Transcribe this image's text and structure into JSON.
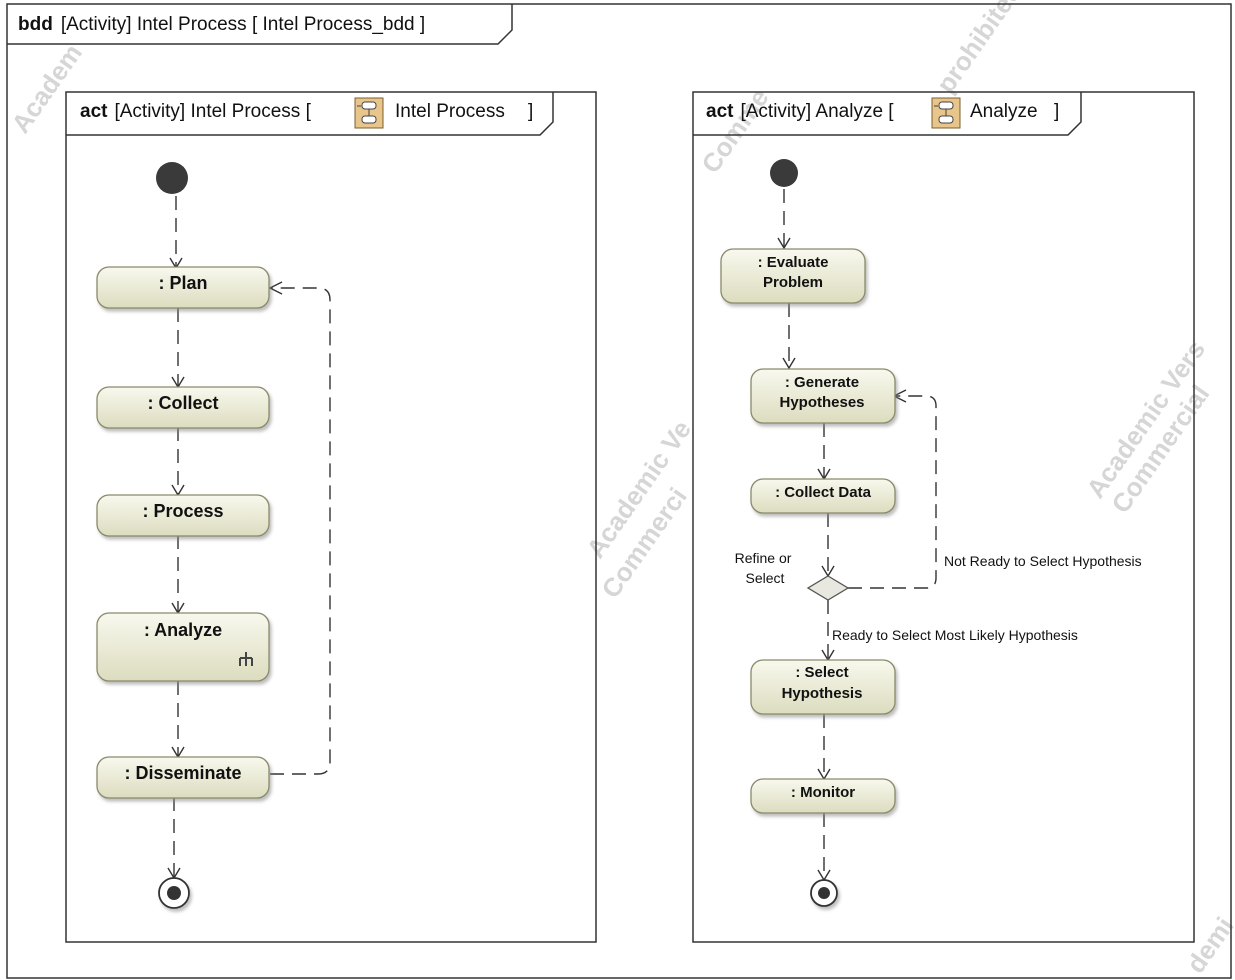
{
  "outer_frame": {
    "keyword": "bdd",
    "title": "[Activity] Intel Process [ Intel Process_bdd ]"
  },
  "left_frame": {
    "keyword": "act",
    "title_prefix": "[Activity] Intel Process [",
    "title_name": "Intel Process",
    "title_suffix": "]",
    "icon": "activity-diagram-icon",
    "actions": {
      "plan": ": Plan",
      "collect": ": Collect",
      "process": ": Process",
      "analyze": ": Analyze",
      "disseminate": ": Disseminate"
    }
  },
  "right_frame": {
    "keyword": "act",
    "title_prefix": "[Activity] Analyze [",
    "title_name": "Analyze",
    "title_suffix": "]",
    "icon": "activity-diagram-icon",
    "actions": {
      "evaluate_l1": ": Evaluate",
      "evaluate_l2": "Problem",
      "generate_l1": ": Generate",
      "generate_l2": "Hypotheses",
      "collect_data": ": Collect Data",
      "select_l1": ": Select",
      "select_l2": "Hypothesis",
      "monitor": ": Monitor"
    },
    "decision": {
      "label_l1": "Refine or",
      "label_l2": "Select"
    },
    "guards": {
      "not_ready": "Not Ready to Select Hypothesis",
      "ready": "Ready to Select Most Likely Hypothesis"
    }
  },
  "watermarks": {
    "w1": "Academic Ve",
    "w2": "Commerci",
    "w3": "Academic Vers",
    "w4": "Commercial",
    "w5": "prohibited",
    "w6": "Academ",
    "w7": "Comme",
    "w8": "demi"
  },
  "colors": {
    "action_fill_top": "#f6f6ea",
    "action_fill_bottom": "#e2e2c6",
    "action_stroke": "#8a8a6a",
    "node_fill": "#3a3a3a",
    "frame_stroke": "#333333"
  }
}
